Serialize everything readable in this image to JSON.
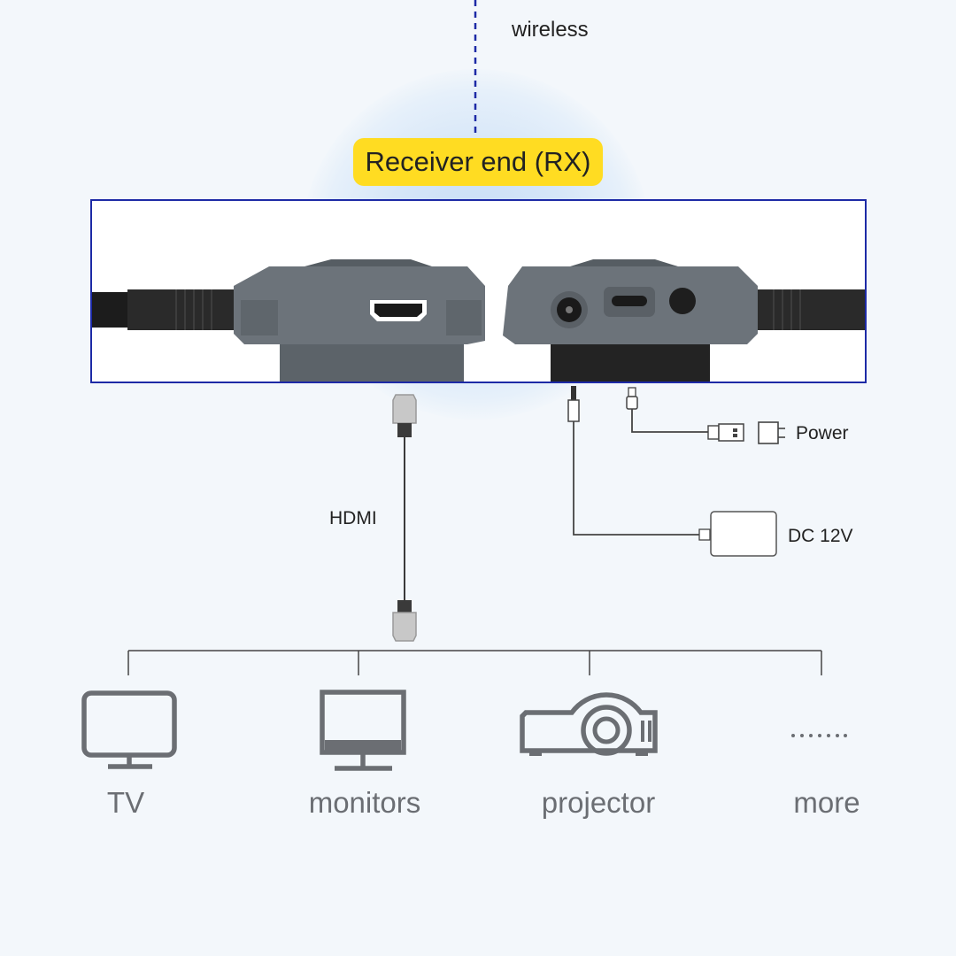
{
  "signal": {
    "label": "wireless"
  },
  "receiver": {
    "title": "Receiver end (RX)"
  },
  "connections": {
    "hdmi": "HDMI",
    "power": "Power",
    "dc": "DC 12V"
  },
  "outputs": [
    {
      "label": "TV",
      "icon": "tv-icon"
    },
    {
      "label": "monitors",
      "icon": "monitor-icon"
    },
    {
      "label": "projector",
      "icon": "projector-icon"
    },
    {
      "label": "more",
      "icon": "ellipsis-icon"
    }
  ],
  "colors": {
    "accent_yellow": "#ffdc22",
    "frame_blue": "#1d2aa6",
    "device_gray": "#6c737a",
    "icon_gray": "#6b6e73"
  }
}
